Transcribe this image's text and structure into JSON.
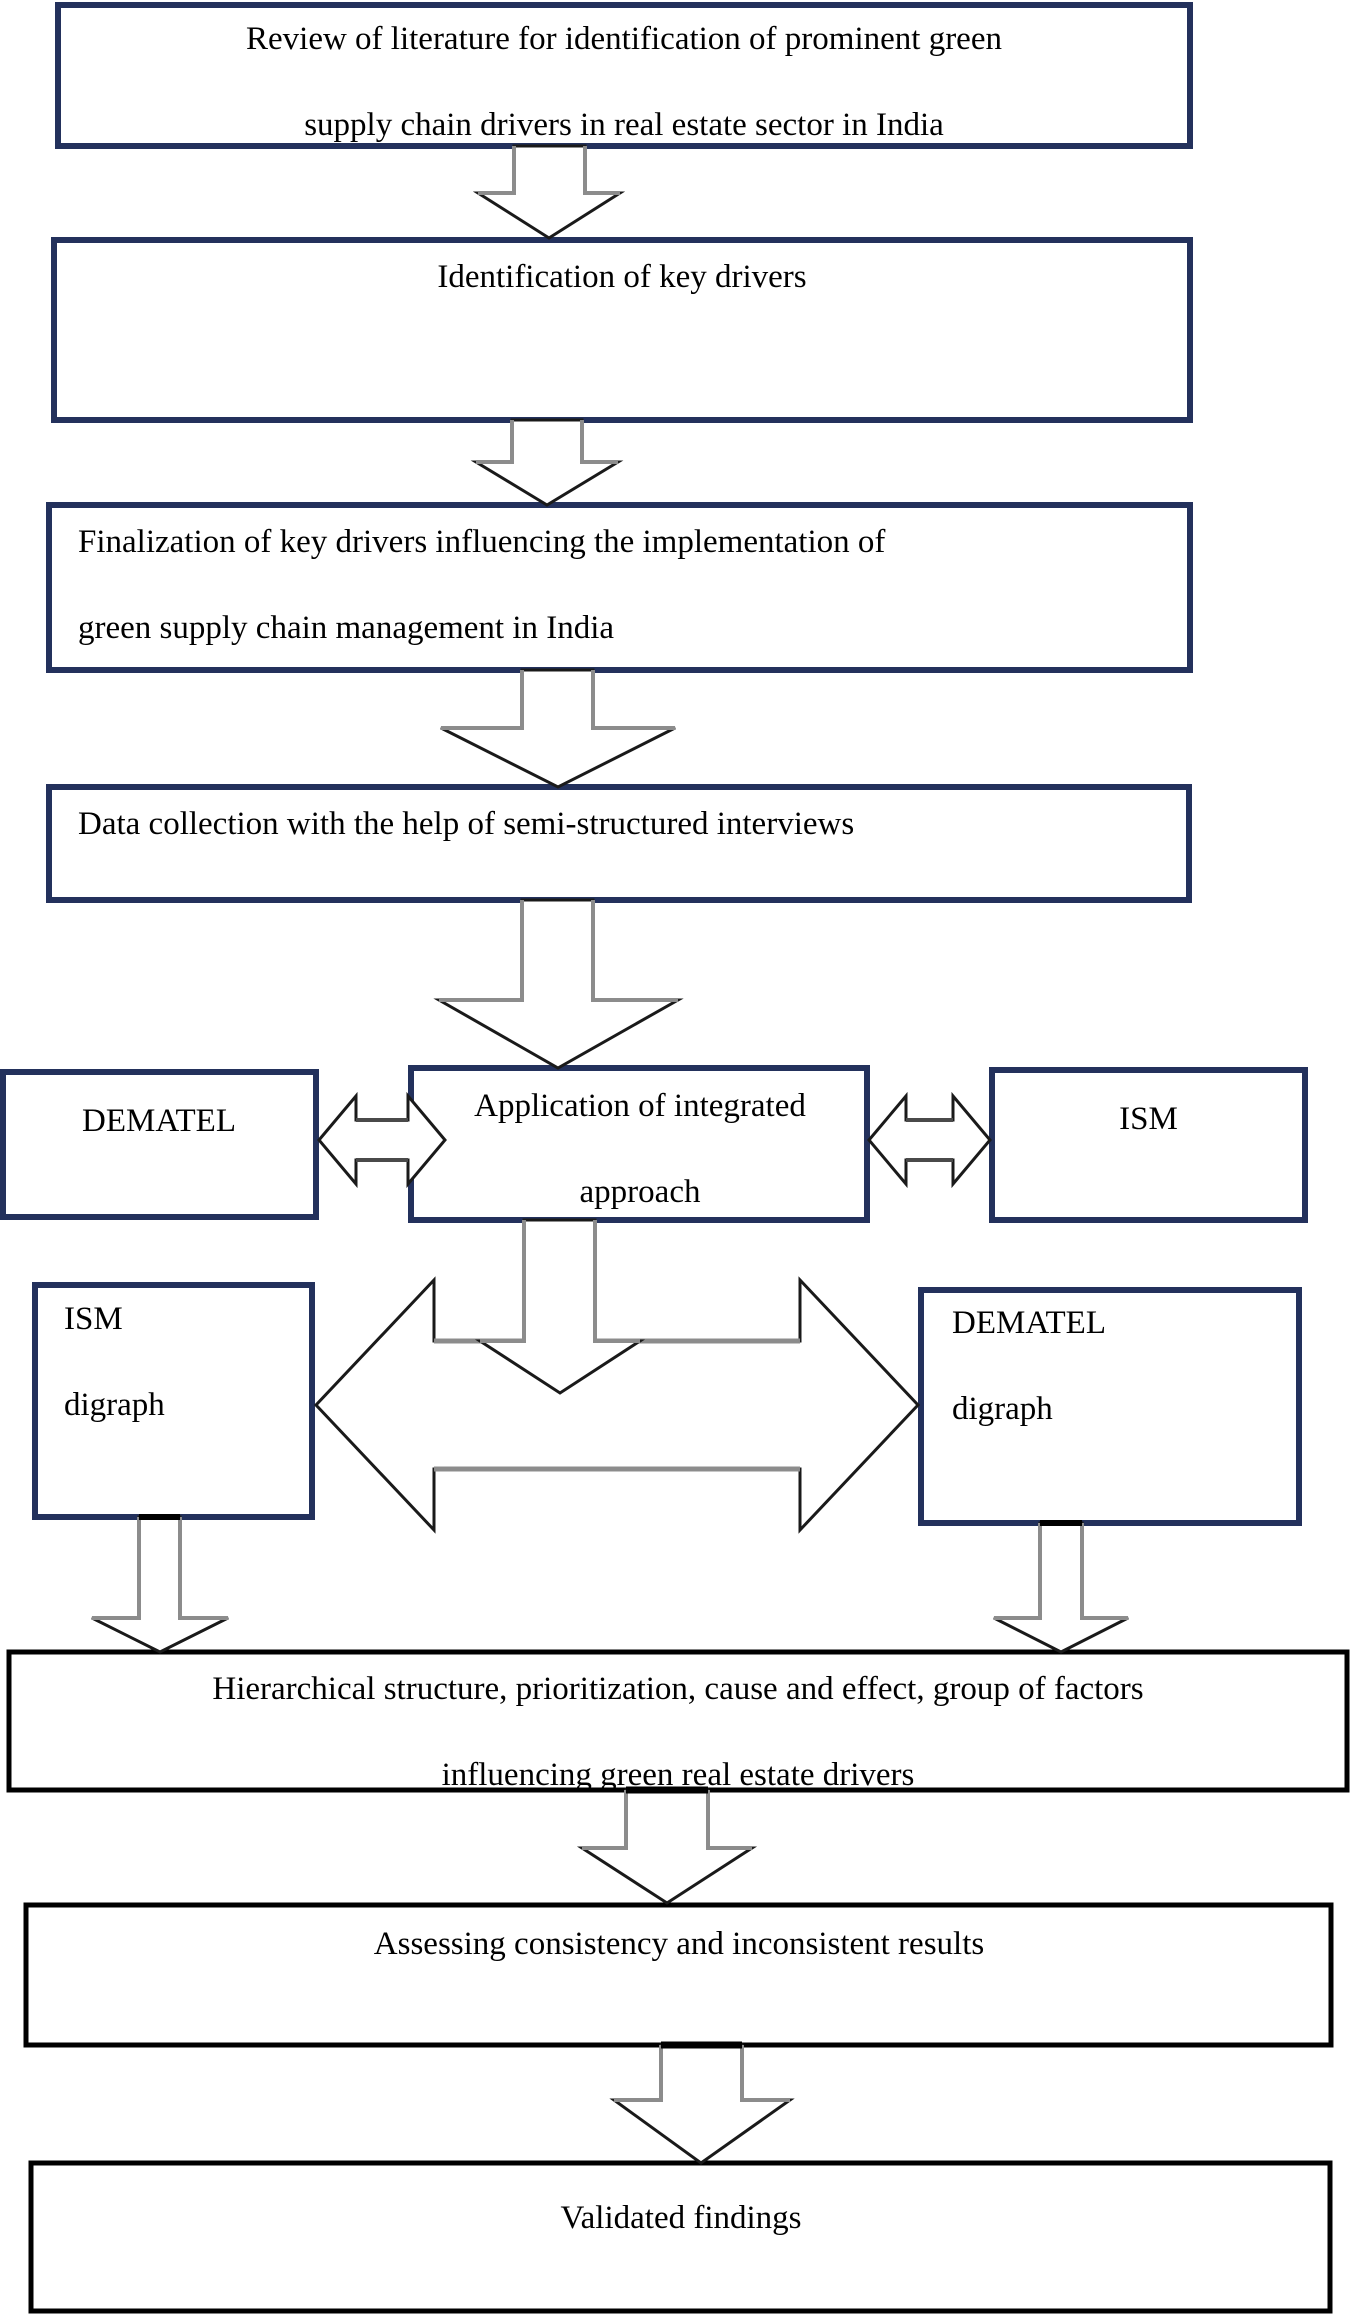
{
  "diagram": {
    "type": "flowchart",
    "title": "Research methodology flowchart for green supply chain drivers in Indian real estate",
    "colors": {
      "navy_border": "#23315c",
      "black_border": "#000000",
      "box_fill": "#ffffff",
      "arrow_outline": "#1a1a1a",
      "arrow_shadow": "#8c8c8c",
      "page_background": "#ffffff",
      "text": "#000000"
    },
    "nodes": [
      {
        "id": "literature-review",
        "label": "Review of literature for identification of prominent green supply chain drivers in real estate sector in India",
        "lines": [
          "Review of literature for identification of prominent green",
          "supply chain drivers in real estate sector in India"
        ],
        "border": "navy",
        "align": "center"
      },
      {
        "id": "key-drivers",
        "label": "Identification of key drivers",
        "lines": [
          "Identification of key drivers"
        ],
        "border": "navy",
        "align": "center"
      },
      {
        "id": "finalization",
        "label": "Finalization of key drivers influencing the implementation of green supply chain management in India",
        "lines": [
          "Finalization of key drivers influencing the implementation of",
          " green supply chain management in India"
        ],
        "border": "navy",
        "align": "left"
      },
      {
        "id": "data-collection",
        "label": "Data collection with the help of semi-structured interviews",
        "lines": [
          "Data collection with the help of semi-structured interviews"
        ],
        "border": "navy",
        "align": "left"
      },
      {
        "id": "dematel",
        "label": "DEMATEL",
        "lines": [
          "DEMATEL"
        ],
        "border": "navy",
        "align": "center"
      },
      {
        "id": "integrated-approach",
        "label": "Application of integrated approach",
        "lines": [
          "Application of integrated",
          "  approach"
        ],
        "border": "navy",
        "align": "center"
      },
      {
        "id": "ism",
        "label": "ISM",
        "lines": [
          "ISM"
        ],
        "border": "navy",
        "align": "center"
      },
      {
        "id": "ism-digraph",
        "label": "ISM digraph",
        "lines": [
          "ISM",
          "digraph"
        ],
        "border": "navy",
        "align": "left"
      },
      {
        "id": "dematel-digraph",
        "label": "DEMATEL digraph",
        "lines": [
          "DEMATEL",
          "digraph"
        ],
        "border": "navy",
        "align": "left"
      },
      {
        "id": "hierarchical-structure",
        "label": "Hierarchical structure, prioritization, cause and effect, group of factors influencing green real estate drivers",
        "lines": [
          "Hierarchical structure, prioritization, cause and effect, group of factors",
          "influencing green real estate drivers"
        ],
        "border": "black",
        "align": "center"
      },
      {
        "id": "assessing-consistency",
        "label": "Assessing consistency and inconsistent results",
        "lines": [
          "Assessing consistency and inconsistent results"
        ],
        "border": "black",
        "align": "center"
      },
      {
        "id": "validated-findings",
        "label": "Validated findings",
        "lines": [
          "Validated findings"
        ],
        "border": "black",
        "align": "center"
      }
    ],
    "connectors": [
      {
        "id": "arrow-1",
        "from": "literature-review",
        "to": "key-drivers",
        "direction": "down",
        "style": "block-arrow"
      },
      {
        "id": "arrow-2",
        "from": "key-drivers",
        "to": "finalization",
        "direction": "down",
        "style": "block-arrow"
      },
      {
        "id": "arrow-3",
        "from": "finalization",
        "to": "data-collection",
        "direction": "down",
        "style": "block-arrow"
      },
      {
        "id": "arrow-4",
        "from": "data-collection",
        "to": "integrated-approach",
        "direction": "down",
        "style": "block-arrow"
      },
      {
        "id": "arrow-5",
        "from": "dematel",
        "to": "integrated-approach",
        "direction": "bidirectional-horizontal",
        "style": "block-arrow"
      },
      {
        "id": "arrow-6",
        "from": "integrated-approach",
        "to": "ism",
        "direction": "bidirectional-horizontal",
        "style": "block-arrow"
      },
      {
        "id": "arrow-7",
        "from": "integrated-approach",
        "to": "digraph-pair",
        "direction": "down",
        "style": "block-arrow"
      },
      {
        "id": "arrow-8",
        "from": "ism-digraph",
        "to": "dematel-digraph",
        "direction": "bidirectional-horizontal",
        "style": "block-arrow"
      },
      {
        "id": "arrow-9",
        "from": "ism-digraph",
        "to": "hierarchical-structure",
        "direction": "down",
        "style": "block-arrow"
      },
      {
        "id": "arrow-10",
        "from": "dematel-digraph",
        "to": "hierarchical-structure",
        "direction": "down",
        "style": "block-arrow"
      },
      {
        "id": "arrow-11",
        "from": "hierarchical-structure",
        "to": "assessing-consistency",
        "direction": "down",
        "style": "block-arrow"
      },
      {
        "id": "arrow-12",
        "from": "assessing-consistency",
        "to": "validated-findings",
        "direction": "down",
        "style": "block-arrow"
      }
    ]
  }
}
